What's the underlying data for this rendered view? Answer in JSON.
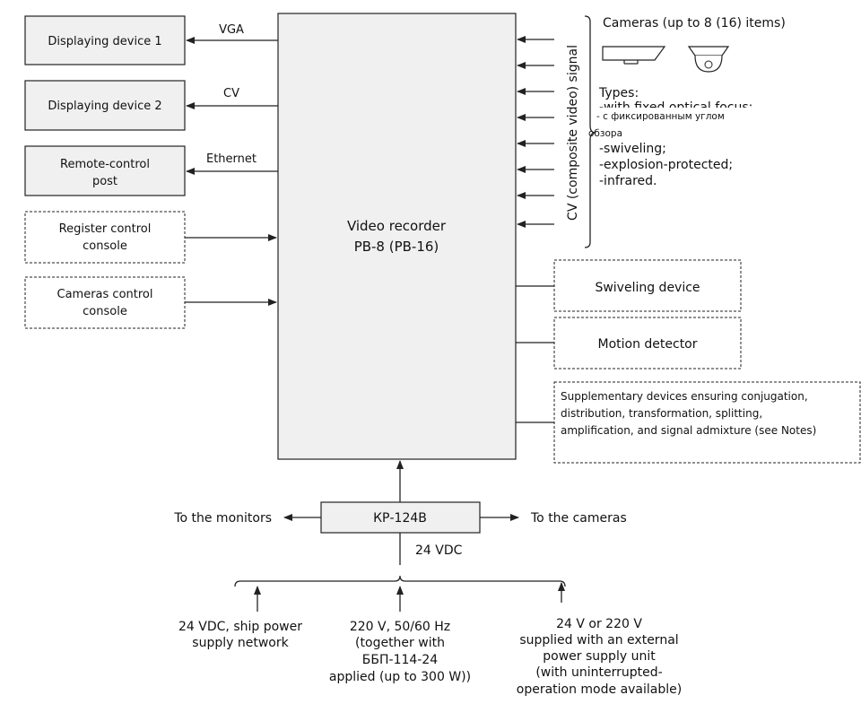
{
  "recorder": {
    "line1": "Video recorder",
    "line2": "PB-8 (PB-16)"
  },
  "outputs": {
    "display1": "Displaying device 1",
    "display2": "Displaying device 2",
    "remote_line1": "Remote-control",
    "remote_line2": "post",
    "vga": "VGA",
    "cv": "CV",
    "ethernet": "Ethernet"
  },
  "consoles": {
    "register_line1": "Register control",
    "register_line2": "console",
    "cameras_line1": "Cameras control",
    "cameras_line2": "console"
  },
  "cameras": {
    "title": "Cameras (up to 8 (16) items)",
    "signal_label": "CV (composite video) signal",
    "types_label": "Types:",
    "type_fixed_en": "-with fixed optical focus;",
    "type_fixed_ru_line1": "- с фиксированным углом",
    "type_fixed_ru_line2": "обзора",
    "types": [
      "-swiveling;",
      "-explosion-protected;",
      "-infrared."
    ]
  },
  "devices": {
    "swiveling": "Swiveling device",
    "motion": "Motion detector",
    "supplementary": [
      "Supplementary devices ensuring conjugation,",
      "distribution, transformation, splitting,",
      "amplification, and signal admixture (see Notes)"
    ]
  },
  "power": {
    "kp_label": "КР-124В",
    "to_monitors": "To the monitors",
    "to_cameras": "To the cameras",
    "vdc": "24 VDC",
    "source1": [
      "24 VDC, ship power",
      "supply network"
    ],
    "source2": [
      "220 V, 50/60 Hz",
      "(together with",
      "ББП-114-24",
      "applied (up to 300 W))"
    ],
    "source3": [
      "24 V or 220 V",
      "supplied with an external",
      "power supply unit",
      "(with uninterrupted-",
      "operation mode available)"
    ]
  }
}
